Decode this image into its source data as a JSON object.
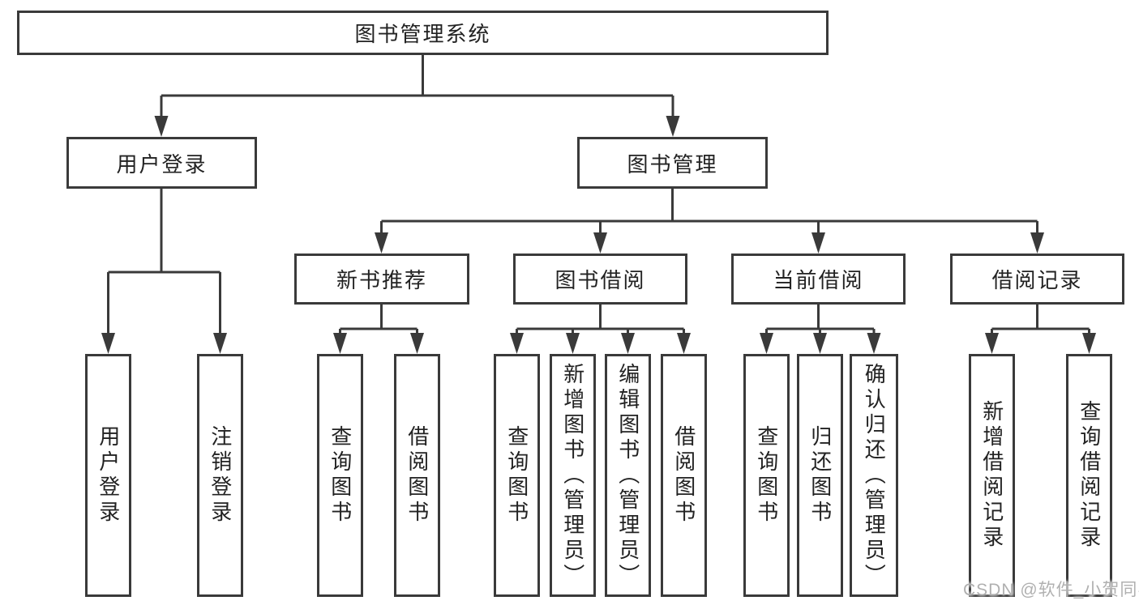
{
  "diagram": {
    "root": {
      "label": "图书管理系统"
    },
    "branches": [
      {
        "label": "用户登录",
        "children": [
          {
            "label": "用户登录"
          },
          {
            "label": "注销登录"
          }
        ]
      },
      {
        "label": "图书管理",
        "sections": [
          {
            "label": "新书推荐",
            "children": [
              {
                "label": "查询图书"
              },
              {
                "label": "借阅图书"
              }
            ]
          },
          {
            "label": "图书借阅",
            "children": [
              {
                "label": "查询图书"
              },
              {
                "label": "新增图书（管理员）"
              },
              {
                "label": "编辑图书（管理员）"
              },
              {
                "label": "借阅图书"
              }
            ]
          },
          {
            "label": "当前借阅",
            "children": [
              {
                "label": "查询图书"
              },
              {
                "label": "归还图书"
              },
              {
                "label": "确认归还（管理员）"
              }
            ]
          },
          {
            "label": "借阅记录",
            "children": [
              {
                "label": "新增借阅记录"
              },
              {
                "label": "查询借阅记录"
              }
            ]
          }
        ]
      }
    ]
  },
  "watermark": {
    "text": "CSDN @软件_小贺同学"
  },
  "colors": {
    "line": "#3a3a3a",
    "text": "#222222",
    "watermark": "#b0b0b0",
    "background": "#ffffff"
  }
}
